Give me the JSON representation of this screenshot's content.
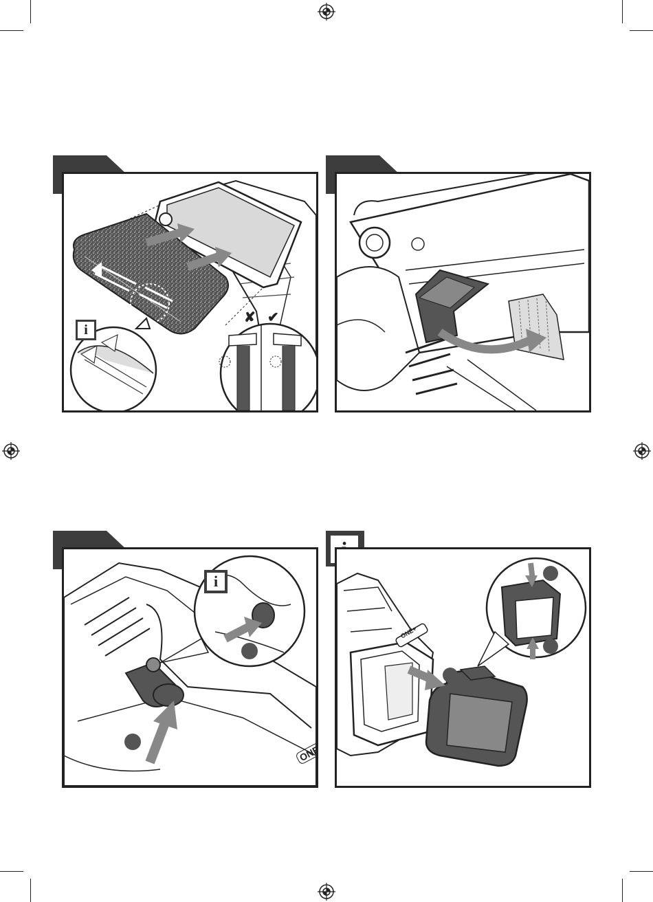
{
  "page": {
    "background": "#ffffff",
    "ink": "#222222",
    "tab_fill": "#3d3d3d"
  },
  "marks": {
    "info_symbol": "i",
    "wrong_symbol": "✘",
    "right_symbol": "✔",
    "brand_text": "ONE+",
    "brand_text_partial": "ONE"
  },
  "panels": [
    {
      "id": "panel-1",
      "tab": "step-tab",
      "content": "sanding-belt-installation"
    },
    {
      "id": "panel-2",
      "tab": "step-tab",
      "content": "belt-tension-lever"
    },
    {
      "id": "panel-3",
      "tab": "step-tab",
      "content": "dust-port-release"
    },
    {
      "id": "panel-4",
      "tab": "info-tab",
      "content": "battery-insert-remove"
    }
  ],
  "icons": [
    "registration-mark-icon",
    "info-icon",
    "arrow-icon",
    "check-icon",
    "cross-icon",
    "callout-circle-icon"
  ]
}
